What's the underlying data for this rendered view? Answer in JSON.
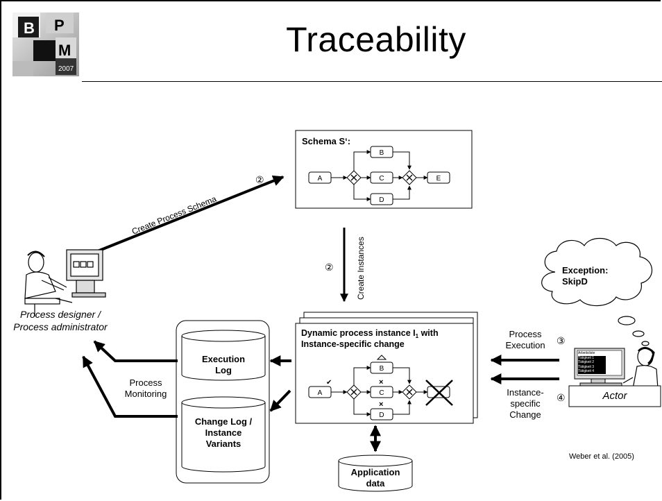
{
  "slide": {
    "title": "Traceability",
    "logo": {
      "letter_b": "B",
      "letter_p": "P",
      "letter_m": "M",
      "year": "2007"
    }
  },
  "schema": {
    "title": "Schema S‘:",
    "nodes": {
      "a": "A",
      "b": "B",
      "c": "C",
      "d": "D",
      "e": "E"
    }
  },
  "arrows": {
    "create_process_schema": "Create Process Schema",
    "create_instances": "Create Instances",
    "step_2a": "②",
    "step_2b": "②",
    "step_3": "③",
    "step_4": "④"
  },
  "designer": {
    "label_line1": "Process designer /",
    "label_line2": "Process administrator"
  },
  "instance": {
    "title_line1": "Dynamic process  instance I",
    "title_sub": "1",
    "title_line1_end": " with",
    "title_line2": "Instance-specific change",
    "nodes": {
      "a": "A",
      "b": "B",
      "c": "C",
      "d": "D"
    }
  },
  "logs": {
    "execution_line1": "Execution",
    "execution_line2": "Log",
    "change_line1": "Change Log /",
    "change_line2": "Instance",
    "change_line3": "Variants"
  },
  "monitoring": {
    "line1": "Process",
    "line2": "Monitoring"
  },
  "app_data": {
    "line1": "Application",
    "line2": "data"
  },
  "execution": {
    "line1": "Process",
    "line2": "Execution"
  },
  "change": {
    "line1": "Instance-",
    "line2": "specific",
    "line3": "Change"
  },
  "actor": {
    "label": "Actor",
    "thought_line1": "Exception:",
    "thought_line2": "SkipD",
    "screen_items": [
      "Arbeitsliste",
      "Tätigkeit 1",
      "Tätigkeit 2",
      "Tätigkeit 3",
      "Tätigkeit 4"
    ]
  },
  "citation": "Weber et al. (2005)"
}
